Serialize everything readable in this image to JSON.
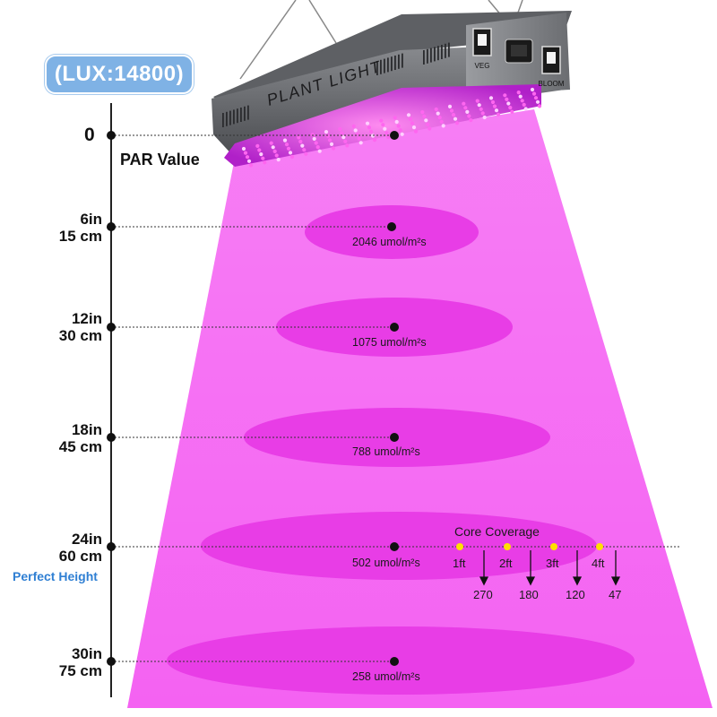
{
  "lux_badge": "(LUX:14800)",
  "par_title": "PAR Value",
  "zero_label": "0",
  "fixture": {
    "brand_text": "PLANT LIGHT",
    "switch_left_label": "VEG",
    "switch_right_label": "BLOOM"
  },
  "levels": [
    {
      "in": "6in",
      "cm": "15 cm",
      "par": "2046 umol/m²s"
    },
    {
      "in": "12in",
      "cm": "30 cm",
      "par": "1075 umol/m²s"
    },
    {
      "in": "18in",
      "cm": "45 cm",
      "par": "788 umol/m²s"
    },
    {
      "in": "24in",
      "cm": "60 cm",
      "par": "502 umol/m²s"
    },
    {
      "in": "30in",
      "cm": "75 cm",
      "par": "258 umol/m²s"
    }
  ],
  "perfect_height": "Perfect Height",
  "core_coverage": {
    "title": "Core Coverage",
    "points": [
      {
        "ft": "1ft",
        "value": "270"
      },
      {
        "ft": "2ft",
        "value": "180"
      },
      {
        "ft": "3ft",
        "value": "120"
      },
      {
        "ft": "4ft",
        "value": "47"
      }
    ]
  },
  "colors": {
    "beam": "#f46cf4",
    "ellipse": "#e838e6",
    "badge": "#7fb2e5",
    "perfect_height": "#2f7fd3",
    "marker": "#ffe000"
  }
}
